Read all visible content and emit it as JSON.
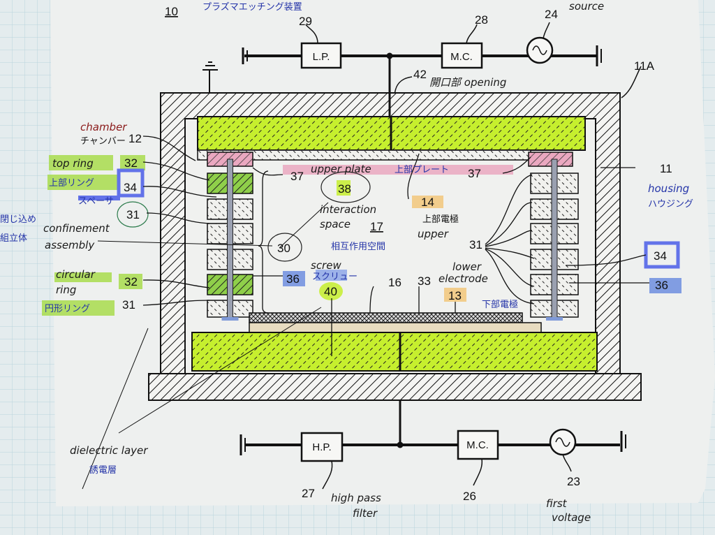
{
  "figure": {
    "figure_ref": "10",
    "top_note_jp": "プラズマエッチング装置",
    "colors": {
      "highlight_green": "#c6ef2e",
      "ring_green": "#8fcf4a",
      "pink": "#eaa8c0",
      "blue_marker": "#5f7fe0",
      "orange": "#f2c77a",
      "paper": "#eef0ef"
    }
  },
  "top_circuit": {
    "lp_label": "L.P.",
    "lp_ref": "29",
    "mc_label": "M.C.",
    "mc_ref": "28",
    "source_ref": "24",
    "source_note": "source",
    "opening_ref": "42",
    "opening_note": "開口部 opening",
    "housing_top_ref": "11A"
  },
  "bottom_circuit": {
    "hp_label": "H.P.",
    "hp_ref": "27",
    "hp_note_1": "high pass",
    "hp_note_2": "filter",
    "mc_label": "M.C.",
    "mc_ref": "26",
    "source_ref": "23",
    "source_note_1": "first",
    "source_note_2": "voltage"
  },
  "labels": {
    "chamber": "chamber",
    "chamber_jp": "チャンバー",
    "chamber_ref": "12",
    "top_ring": "top ring",
    "top_ring_jp": "上部リング",
    "top_ring_ref": "32",
    "spacer_ref": "34",
    "spacer_jp": "スペーサ",
    "ring_ref": "31",
    "confinement_jp_1": "閉じ込め",
    "confinement_jp_2": "組立体",
    "confinement_1": "confinement",
    "confinement_2": "assembly",
    "confinement_ref": "30",
    "circular_1": "circular",
    "circular_2": "ring",
    "circular_jp": "円形リング",
    "circular_ref": "32",
    "circular_ring_ref": "31",
    "upper_plate_ref": "37",
    "upper_plate": "upper plate",
    "upper_plate_jp": "上部プレート",
    "upper_plate_ref_right": "37",
    "ref_38": "38",
    "interaction_1": "interaction",
    "interaction_2": "space",
    "interaction_ref": "17",
    "interaction_jp": "相互作用空間",
    "upper_electrode_ref": "14",
    "upper_electrode_jp": "上部電極",
    "upper_electrode": "upper",
    "screw_ref": "36",
    "screw": "screw",
    "screw_jp": "スクリュー",
    "ref_40": "40",
    "ref_16": "16",
    "ref_33": "33",
    "lower_electrode_1": "lower",
    "lower_electrode_2": "electrode",
    "lower_electrode_ref": "13",
    "lower_electrode_jp": "下部電極",
    "right_ring_ref": "31",
    "right_spacer_ref": "34",
    "right_screw_ref": "36",
    "housing_ref": "11",
    "housing": "housing",
    "housing_jp": "ハウジング",
    "dielectric": "dielectric layer",
    "dielectric_jp": "誘電層"
  }
}
